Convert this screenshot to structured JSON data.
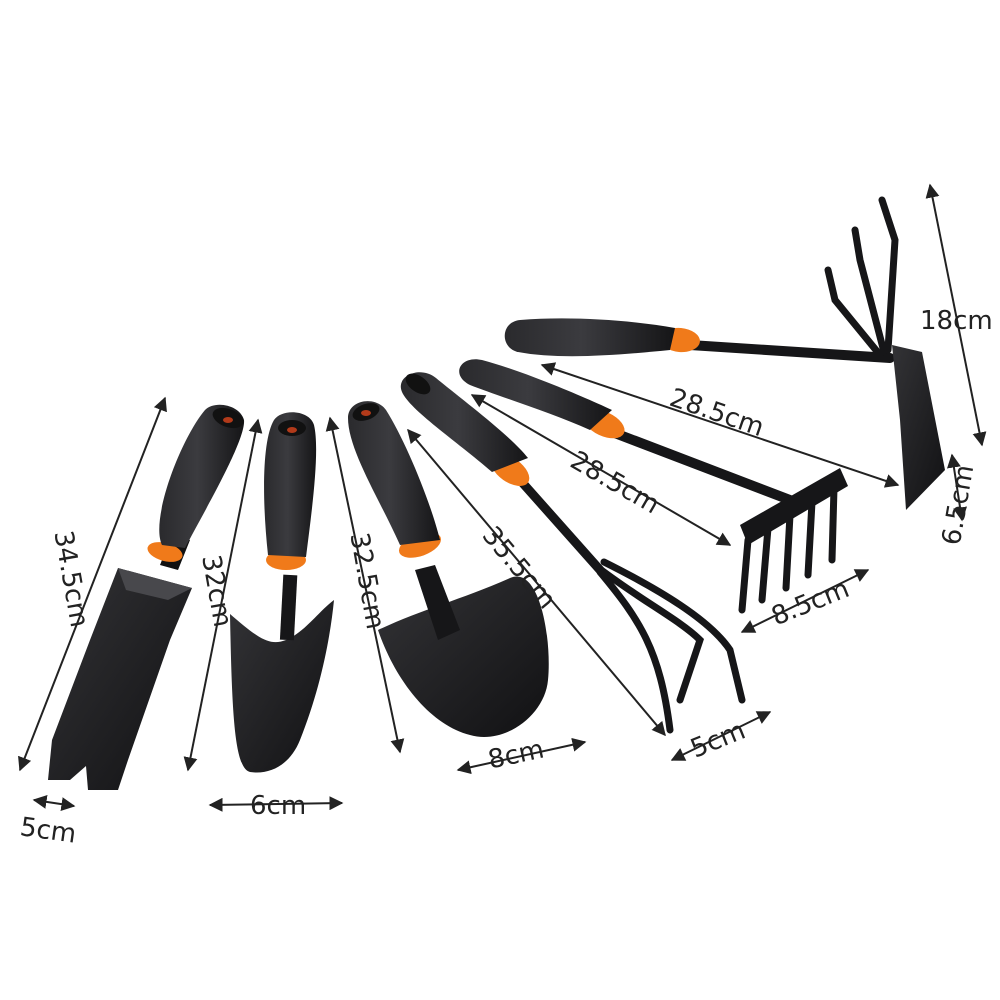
{
  "colors": {
    "background": "#ffffff",
    "tool_body": "#1c1c1e",
    "tool_highlight": "#3a3a3d",
    "accent_ring": "#f07a1a",
    "arrow": "#222222",
    "text": "#222222"
  },
  "tools": [
    {
      "name": "transplanting-trowel",
      "icon": "narrow-trowel-icon"
    },
    {
      "name": "small-trowel",
      "icon": "trowel-icon"
    },
    {
      "name": "wide-trowel",
      "icon": "shovel-icon"
    },
    {
      "name": "three-prong-cultivator",
      "icon": "cultivator-icon"
    },
    {
      "name": "five-tine-rake",
      "icon": "rake-icon"
    },
    {
      "name": "hoe-fork",
      "icon": "hoe-icon"
    }
  ],
  "dimensions": {
    "transplanter_length": "34.5cm",
    "transplanter_width": "5cm",
    "small_trowel_length": "32cm",
    "small_trowel_width": "6cm",
    "wide_trowel_length": "32.5cm",
    "wide_trowel_width": "8cm",
    "cultivator_length": "35.5cm",
    "cultivator_width": "5cm",
    "rake_length": "28.5cm",
    "rake_width": "8.5cm",
    "hoe_length": "28.5cm",
    "hoe_height": "18cm",
    "hoe_width": "6.5cm"
  }
}
